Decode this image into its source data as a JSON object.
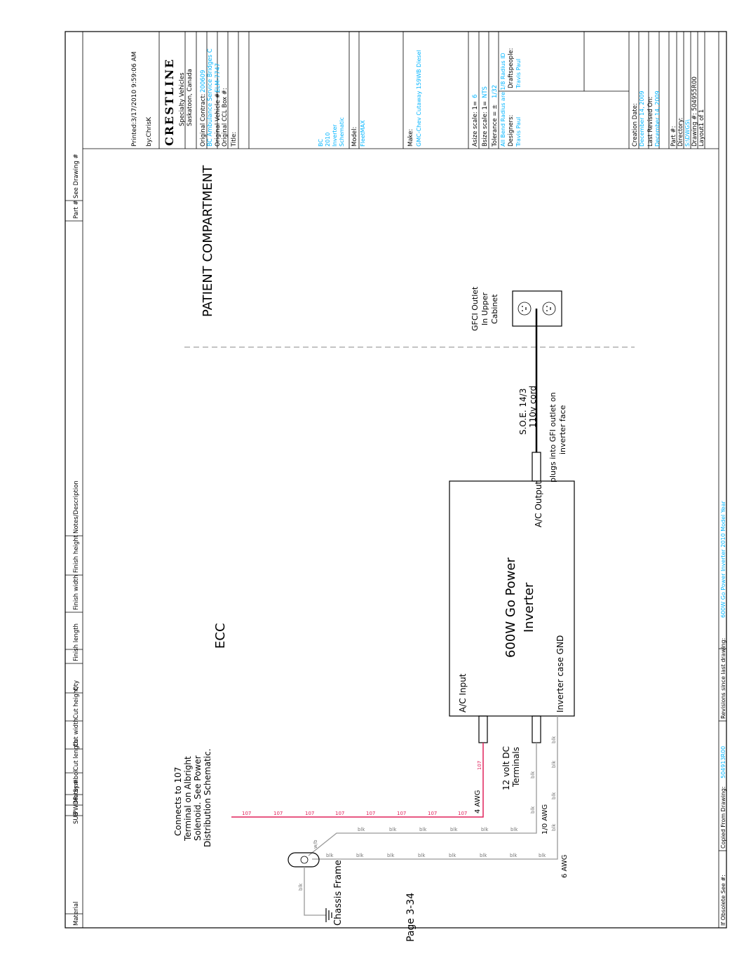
{
  "header_columns": [
    "Material",
    "SUB",
    "PWDR",
    "Mater.#",
    "Symbol",
    "Cut length",
    "Cut width",
    "Cut height",
    "Qty",
    "Finish length",
    "Finish width",
    "Finish height",
    "Notes/Description",
    "Part #",
    "See Drawing #"
  ],
  "footer": {
    "obsolete_label": "If Obsolete See #:",
    "copied_label": "Copied From Drawing:",
    "copied_value": "504913R00",
    "revisions_label": "Revisions since last drawing:",
    "revisions_value": "600W Go Power Inverter 2010 Model Year"
  },
  "titleblock": {
    "printed": "Printed:3/17/2010 9:59:06 AM",
    "by": "by:ChrisK",
    "logo": "CRESTLINE",
    "company_line1": "Specialty Vehicles",
    "company_line2": "Saskatoon, Canada",
    "orig_contract_label": "Original Contract:",
    "orig_contract_value": "200609",
    "orig_contract_extra": "BC Ambulance Service Bridges C",
    "orig_vehicle_label": "Original Vehicle #:",
    "orig_vehicle_value": "ELM-7747",
    "orig_ccl_label": "Original CCL Box #:",
    "title_label": "Title:",
    "title_lines": [
      "BC",
      "2010",
      "Inverter",
      "Schematic"
    ],
    "model_label": "Model:",
    "model_value": "FleetMAX",
    "make_label": "Make:",
    "make_value": "GMC-Chev Cutaway 159WB Diesel",
    "asize_label": "Asize scale: 1=",
    "asize_value": "6",
    "bsize_label": "Bsize scale: 1=",
    "bsize_value": "NTS",
    "tolerance_label": "Tolerance = ±",
    "tolerance_value": "1/32",
    "bends_note": "All Bend Radius are 1/8 Radius ID",
    "designers_label": "Designers:",
    "designers_value": "Travis Paul",
    "draftspeople_label": "Draftspeople:",
    "draftspeople_value": "Travis Paul",
    "creation_label": "Creation Date:",
    "creation_value": "December 14, 2009",
    "revised_label": "Last Revised On:",
    "revised_value": "December 14, 2009",
    "part_label": "Part #:",
    "directory_label": "Directory:",
    "directory_value": "S:\\DWGS\\",
    "drawing_label": "Drawing #: 504955R00",
    "layout_label": "Layout1 of 1"
  },
  "diagram": {
    "zone_patient": "PATIENT COMPARTMENT",
    "zone_ecc": "ECC",
    "inverter_title": "600W Go Power",
    "inverter_subtitle": "Inverter",
    "ac_input": "A/C Input",
    "ac_output": "A/C Output",
    "case_gnd": "Inverter case GND",
    "dc_terminals_line1": "12 volt DC",
    "dc_terminals_line2": "Terminals",
    "plug_note_line1": "plugs into GFI outlet on",
    "plug_note_line2": "inverter face",
    "cord_line1": "S.O.E. 14/3",
    "cord_line2": "110v cord",
    "gfci_line1": "GFCI Outlet",
    "gfci_line2": "In Upper",
    "gfci_line3": "Cabinet",
    "connects_line1": "Connects to 107",
    "connects_line2": "Terminal on Albright",
    "connects_line3": "Solenoid. See Power",
    "connects_line4": "Distribution Schematic.",
    "chassis_frame": "Chassis Frame",
    "wire_4awg": "4 AWG",
    "wire_1_0awg": "1/0 AWG",
    "wire_6awg": "6 AWG",
    "wire_107": "107",
    "wire_blk": "blk",
    "wire_wb": "w/b"
  },
  "page_label": "Page 3-34"
}
